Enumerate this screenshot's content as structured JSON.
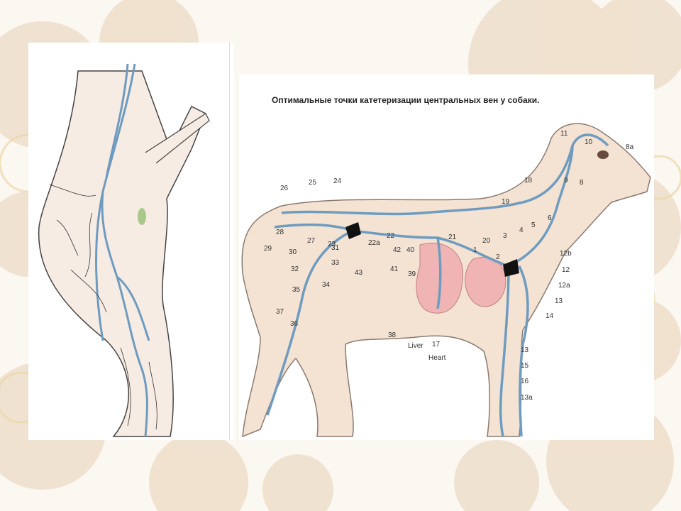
{
  "slide": {
    "title": "Оптимальные точки катетеризации центральных вен у собаки."
  },
  "labels": {
    "n1": "1",
    "n2": "2",
    "n3": "3",
    "n4": "4",
    "n5": "5",
    "n6": "6",
    "n8": "8",
    "n8a": "8a",
    "n9": "9",
    "n10": "10",
    "n11": "11",
    "n12": "12",
    "n12a": "12a",
    "n12b": "12b",
    "n13a": "13",
    "n13b": "13",
    "n13c": "13a",
    "n14": "14",
    "n15": "15",
    "n16": "16",
    "n17": "17",
    "n18": "18",
    "n19": "19",
    "n20": "20",
    "n21": "21",
    "n22": "22",
    "n22a": "22a",
    "n23": "23",
    "n24": "24",
    "n25": "25",
    "n26": "26",
    "n27": "27",
    "n28": "28",
    "n29": "29",
    "n30": "30",
    "n31": "31",
    "n32": "32",
    "n33": "33",
    "n34": "34",
    "n35": "35",
    "n36": "36",
    "n37": "37",
    "n38": "38",
    "n39": "39",
    "n40": "40",
    "n41": "41",
    "n42": "42",
    "n43": "43",
    "liver": "Liver",
    "heart": "Heart"
  },
  "colors": {
    "vein": "#6e9bc0",
    "organ": "#f1b4b4",
    "outline": "#8a7a70",
    "skin": "#f4e3d2",
    "background_circles": "#e9d6bd"
  }
}
